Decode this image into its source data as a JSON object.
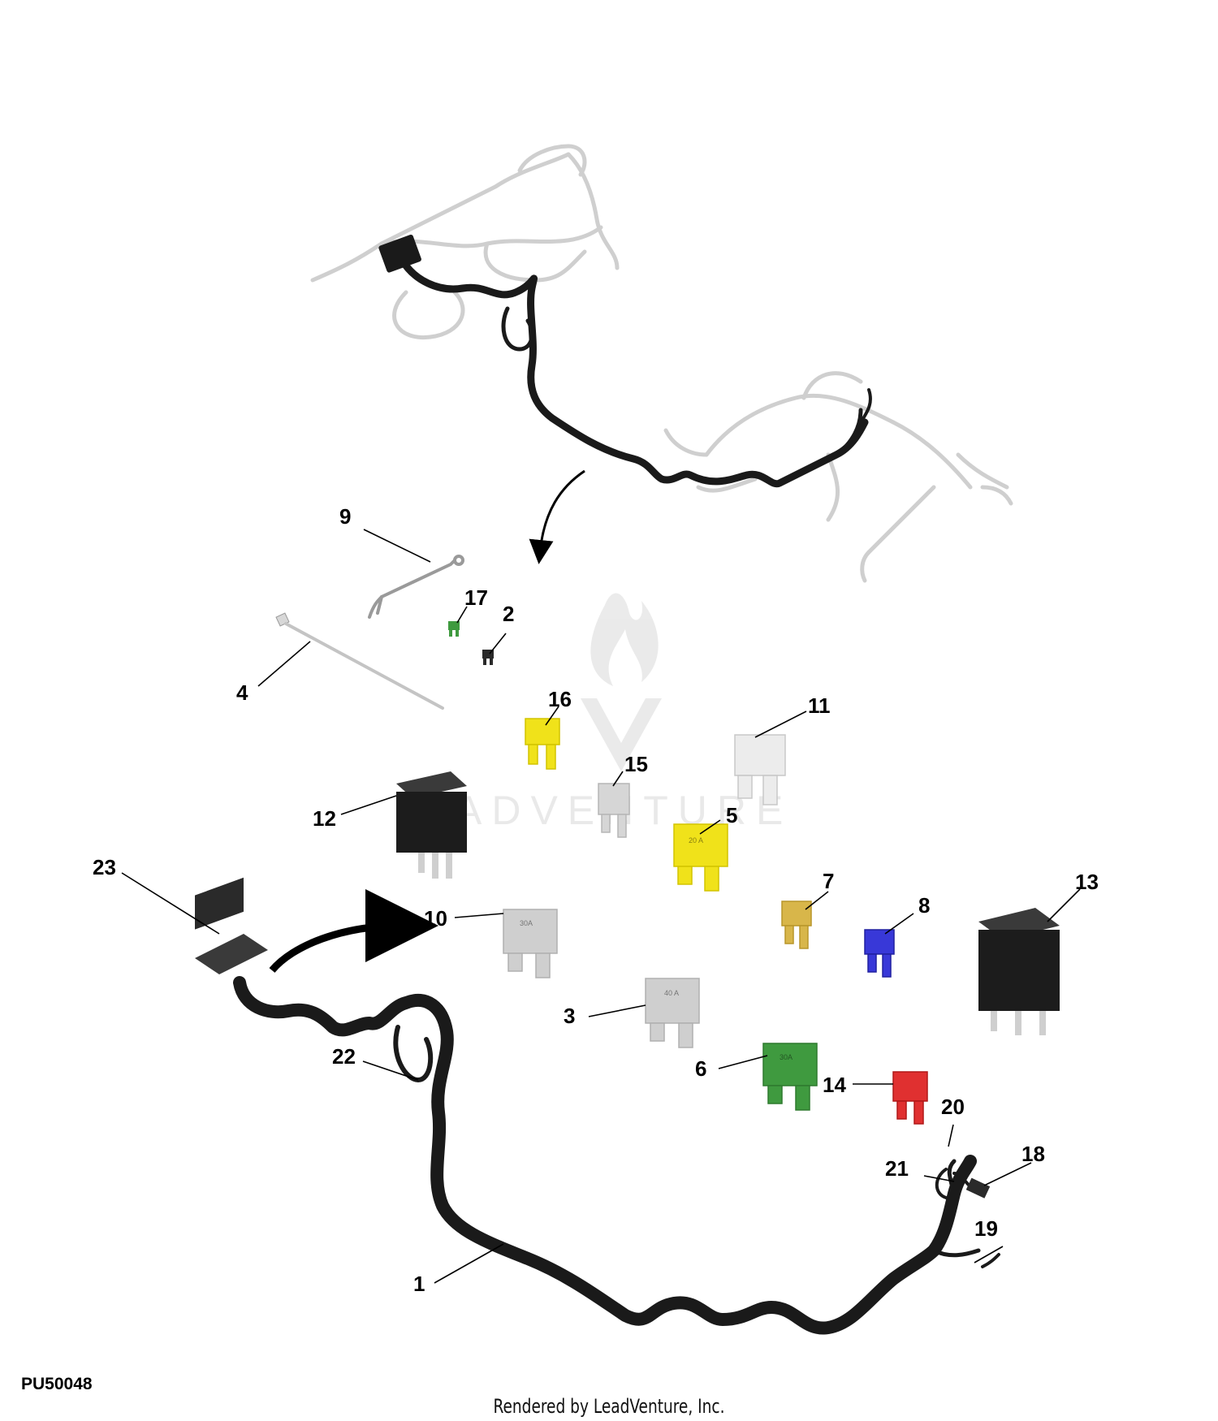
{
  "figure_id": "PU50048",
  "credit": "Rendered by LeadVenture, Inc.",
  "watermark": {
    "text": "ADVENTURE"
  },
  "callouts": [
    "1",
    "2",
    "3",
    "4",
    "5",
    "6",
    "7",
    "8",
    "9",
    "10",
    "11",
    "12",
    "13",
    "14",
    "15",
    "16",
    "17",
    "18",
    "19",
    "20",
    "21",
    "22",
    "23"
  ],
  "fuse_markings": {
    "fuse_10": "30A",
    "fuse_3": "40 A",
    "fuse_5": "20 A",
    "fuse_6": "30A"
  },
  "colors": {
    "harness": "#1a1a1a",
    "harness_ghost": "#cfcfcf",
    "fuse_yellow": "#f0e21a",
    "fuse_green": "#3f9a3f",
    "fuse_red": "#e03030",
    "fuse_blue": "#3838d8",
    "fuse_tan": "#d8b64a",
    "fuse_gray": "#cfcfcf",
    "fuse_white": "#ececec",
    "relay_black": "#1c1c1c"
  }
}
